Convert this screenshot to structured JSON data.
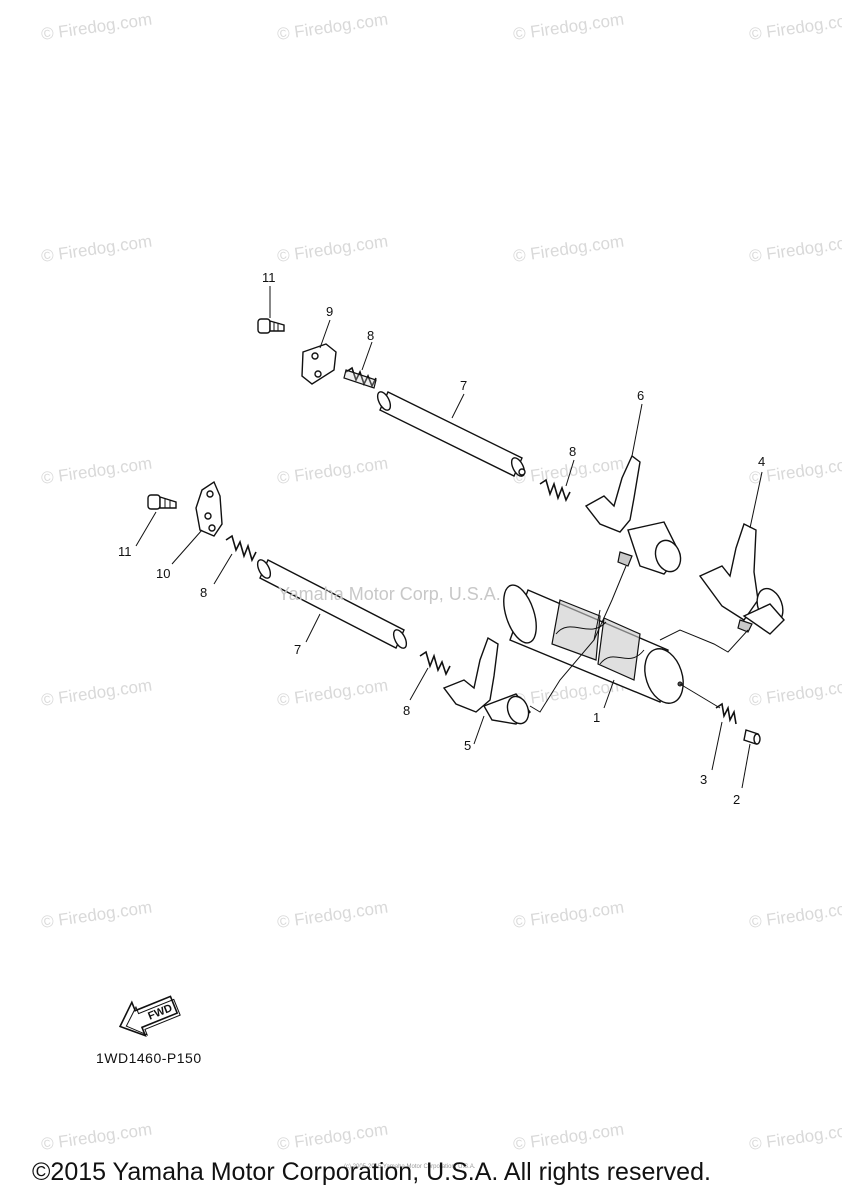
{
  "watermark_text": "© Firedog.com",
  "manufacturer_watermark": "Yamaha Motor Corp, U.S.A.",
  "diagram_code": "1WD1460-P150",
  "fwd_label": "FWD",
  "copyright": "©2015 Yamaha Motor Corporation, U.S.A. All rights reserved.",
  "fine_print": "(c) 2005-2015 Yamaha Motor Corporation, U.S.A.",
  "callouts": {
    "c1": "1",
    "c2": "2",
    "c3": "3",
    "c4": "4",
    "c5": "5",
    "c6": "6",
    "c7a": "7",
    "c7b": "7",
    "c8a": "8",
    "c8b": "8",
    "c8c": "8",
    "c8d": "8",
    "c9": "9",
    "c10": "10",
    "c11a": "11",
    "c11b": "11"
  }
}
